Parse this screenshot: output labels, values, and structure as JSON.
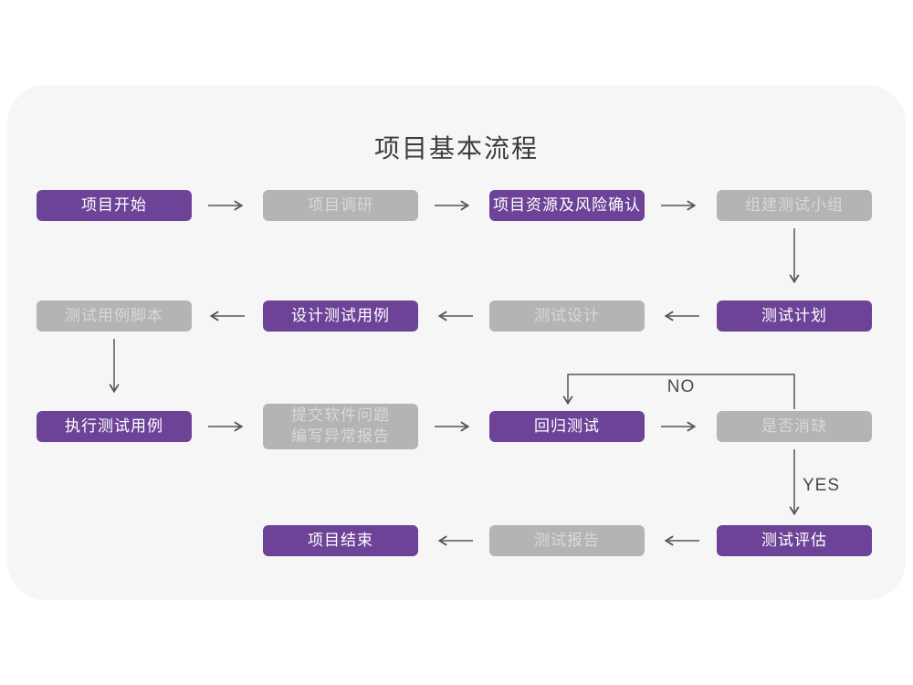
{
  "title": "项目基本流程",
  "colors": {
    "page": "#ffffff",
    "canvas": "#f6f6f7",
    "purple": "#6d4398",
    "purple_text": "#ffffff",
    "gray_box": "#b4b4b6",
    "gray_text": "#d8d8d9",
    "line": "#55555a"
  },
  "labels": {
    "no": "NO",
    "yes": "YES"
  },
  "nodes": {
    "start": {
      "label": "项目开始",
      "style": "purple"
    },
    "survey": {
      "label": "项目调研",
      "style": "gray"
    },
    "resource": {
      "label": "项目资源及风险确认",
      "style": "purple"
    },
    "team": {
      "label": "组建测试小组",
      "style": "gray"
    },
    "plan": {
      "label": "测试计划",
      "style": "purple"
    },
    "design": {
      "label": "测试设计",
      "style": "gray"
    },
    "case_design": {
      "label": "设计测试用例",
      "style": "purple"
    },
    "script": {
      "label": "测试用例脚本",
      "style": "gray"
    },
    "execute": {
      "label": "执行测试用例",
      "style": "purple"
    },
    "submit": {
      "label": "提交软件问题\n编写异常报告",
      "style": "gray"
    },
    "regress": {
      "label": "回归测试",
      "style": "purple"
    },
    "defect_check": {
      "label": "是否消缺",
      "style": "gray"
    },
    "evaluate": {
      "label": "测试评估",
      "style": "purple"
    },
    "report": {
      "label": "测试报告",
      "style": "gray"
    },
    "end": {
      "label": "项目结束",
      "style": "purple"
    }
  },
  "edges": [
    {
      "from": "start",
      "to": "survey"
    },
    {
      "from": "survey",
      "to": "resource"
    },
    {
      "from": "resource",
      "to": "team"
    },
    {
      "from": "team",
      "to": "plan"
    },
    {
      "from": "plan",
      "to": "design"
    },
    {
      "from": "design",
      "to": "case_design"
    },
    {
      "from": "case_design",
      "to": "script"
    },
    {
      "from": "script",
      "to": "execute"
    },
    {
      "from": "execute",
      "to": "submit"
    },
    {
      "from": "submit",
      "to": "regress"
    },
    {
      "from": "regress",
      "to": "defect_check"
    },
    {
      "from": "defect_check",
      "to": "regress",
      "label": "NO"
    },
    {
      "from": "defect_check",
      "to": "evaluate",
      "label": "YES"
    },
    {
      "from": "evaluate",
      "to": "report"
    },
    {
      "from": "report",
      "to": "end"
    }
  ]
}
